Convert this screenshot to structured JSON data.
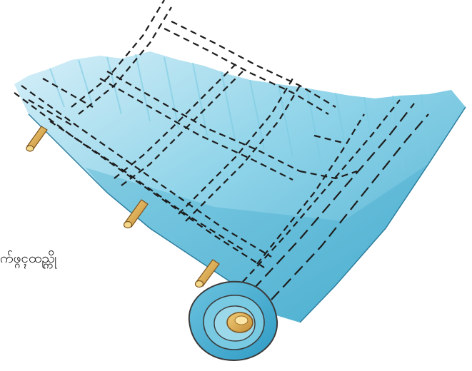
{
  "caption": "က်ဖ္ဂၚထည္ကို",
  "colors": {
    "water_light": "#c9e8f3",
    "water_mid": "#7ccbe3",
    "water_dark": "#3ea8cc",
    "roll_outline": "#3b3b3b",
    "dowel": "#e3b14a",
    "dowel_dark": "#a9772a",
    "dash": "#1d1d1d"
  },
  "elements": {
    "fabric_sheet": "cloth-sheet",
    "roll": "cloth-roll",
    "dowels": [
      "dowel-1",
      "dowel-2",
      "dowel-3",
      "dowel-4"
    ],
    "stitch_lines": "dashed-seam-lines"
  }
}
